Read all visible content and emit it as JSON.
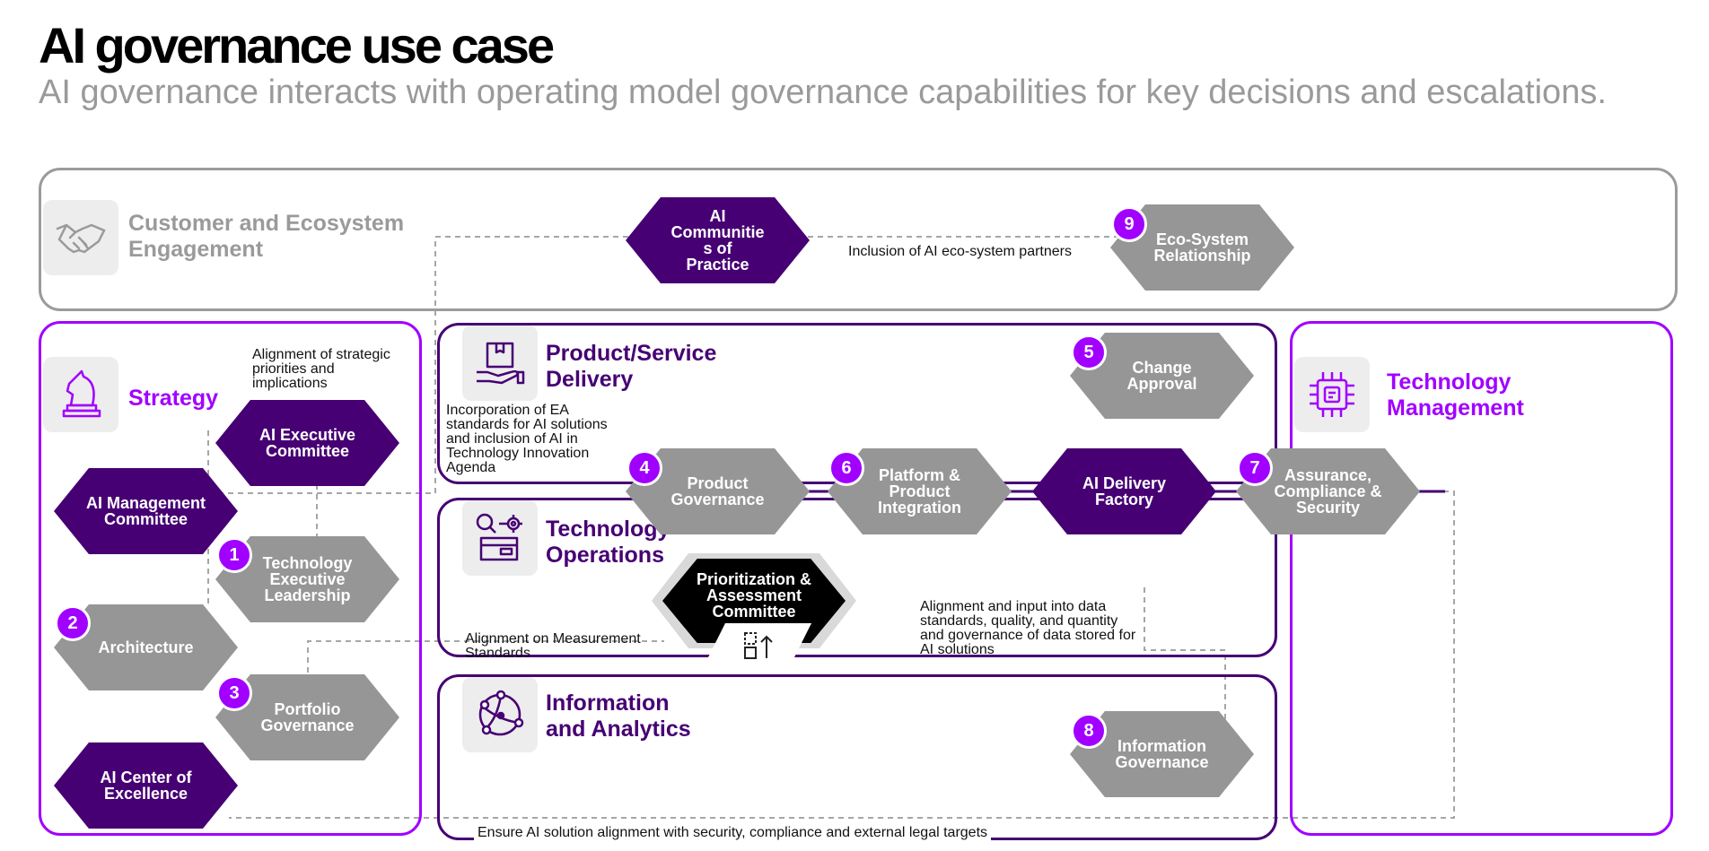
{
  "header": {
    "title": "AI governance use case",
    "subtitle": "AI governance interacts with operating model governance capabilities for key decisions and escalations."
  },
  "sections": {
    "customer": "Customer and Ecosystem Engagement",
    "strategy": "Strategy",
    "product_delivery": "Product/Service Delivery",
    "technology_operations": "Technology Operations",
    "information_analytics": "Information and Analytics",
    "technology_management": "Technology Management"
  },
  "nodes": {
    "ai_communities": "AI Communitie s of Practice",
    "eco_system": "Eco-System Relationship",
    "ai_executive": "AI Executive Committee",
    "ai_management": "AI Management Committee",
    "tech_exec_leadership": "Technology Executive Leadership",
    "architecture": "Architecture",
    "portfolio_governance": "Portfolio Governance",
    "ai_coe": "AI Center of Excellence",
    "change_approval": "Change Approval",
    "product_governance": "Product Governance",
    "platform_integration": "Platform & Product Integration",
    "ai_delivery_factory": "AI Delivery Factory",
    "assurance": "Assurance, Compliance & Security",
    "prioritization": "Prioritization & Assessment Committee",
    "information_governance": "Information Governance"
  },
  "badges": {
    "b1": "1",
    "b2": "2",
    "b3": "3",
    "b4": "4",
    "b5": "5",
    "b6": "6",
    "b7": "7",
    "b8": "8",
    "b9": "9"
  },
  "annotations": {
    "eco_partners": "Inclusion of AI eco-system partners",
    "strategic_alignment": "Alignment of strategic priorities and implications",
    "ea_standards": "Incorporation of EA standards for AI solutions and inclusion of AI in Technology Innovation Agenda",
    "measurement": "Alignment on Measurement Standards",
    "data_alignment": "Alignment and input into data standards, quality, and quantity and governance of data stored for AI solutions",
    "security_alignment": "Ensure AI solution alignment with security, compliance and external legal targets"
  },
  "icons": {
    "customer": "handshake-icon",
    "strategy": "chess-knight-icon",
    "product_delivery": "box-in-hand-icon",
    "technology_operations": "search-gear-icon",
    "information_analytics": "network-sphere-icon",
    "technology_management": "chip-icon",
    "prioritization": "scale-up-icon"
  },
  "colors": {
    "dark_purple": "#460073",
    "violet": "#a100ff",
    "gray": "#969696",
    "black": "#000000"
  }
}
